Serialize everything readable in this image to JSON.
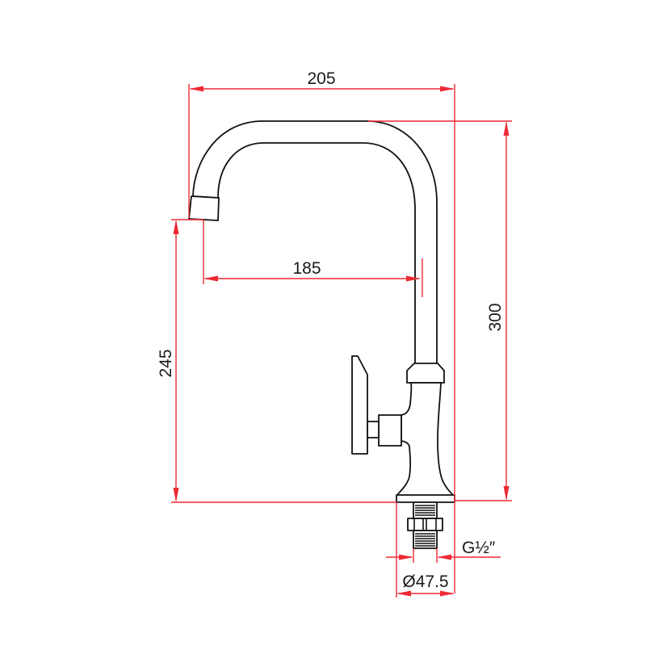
{
  "drawing": {
    "subject": "Kitchen faucet with swivel gooseneck spout, side lever handle, threaded shank",
    "colors": {
      "dimension_lines": "#ee2a35",
      "outline": "#111111",
      "background": "#ffffff",
      "text": "#1a1a1a"
    },
    "dimensions": {
      "overall_width": {
        "label": "205",
        "orientation": "horizontal",
        "position": "top"
      },
      "spout_reach": {
        "label": "185",
        "orientation": "horizontal",
        "position": "middle"
      },
      "overall_height": {
        "label": "300",
        "orientation": "vertical",
        "position": "right"
      },
      "spout_outlet_height": {
        "label": "245",
        "orientation": "vertical",
        "position": "left"
      },
      "thread_size": {
        "label": "G½″",
        "orientation": "horizontal",
        "position": "bottom-right"
      },
      "base_diameter": {
        "label": "Ø47.5",
        "orientation": "horizontal",
        "position": "bottom"
      }
    }
  }
}
